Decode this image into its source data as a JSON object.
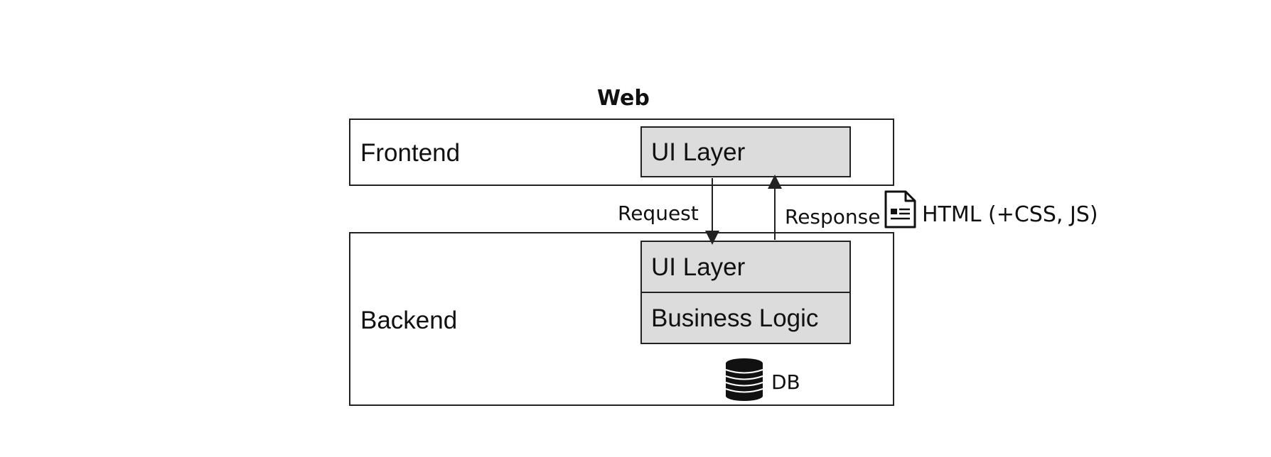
{
  "diagram": {
    "title": "Web",
    "frontend": {
      "label": "Frontend",
      "ui_layer": "UI Layer"
    },
    "backend": {
      "label": "Backend",
      "ui_layer": "UI Layer",
      "business_logic": "Business Logic",
      "db_label": "DB",
      "db_icon": "database-icon"
    },
    "request_label": "Request",
    "response_label": "Response",
    "response_payload": {
      "icon": "document-icon",
      "label": "HTML (+CSS, JS)"
    },
    "colors": {
      "layer_fill": "#dcdcdc",
      "stroke": "#222222"
    }
  }
}
